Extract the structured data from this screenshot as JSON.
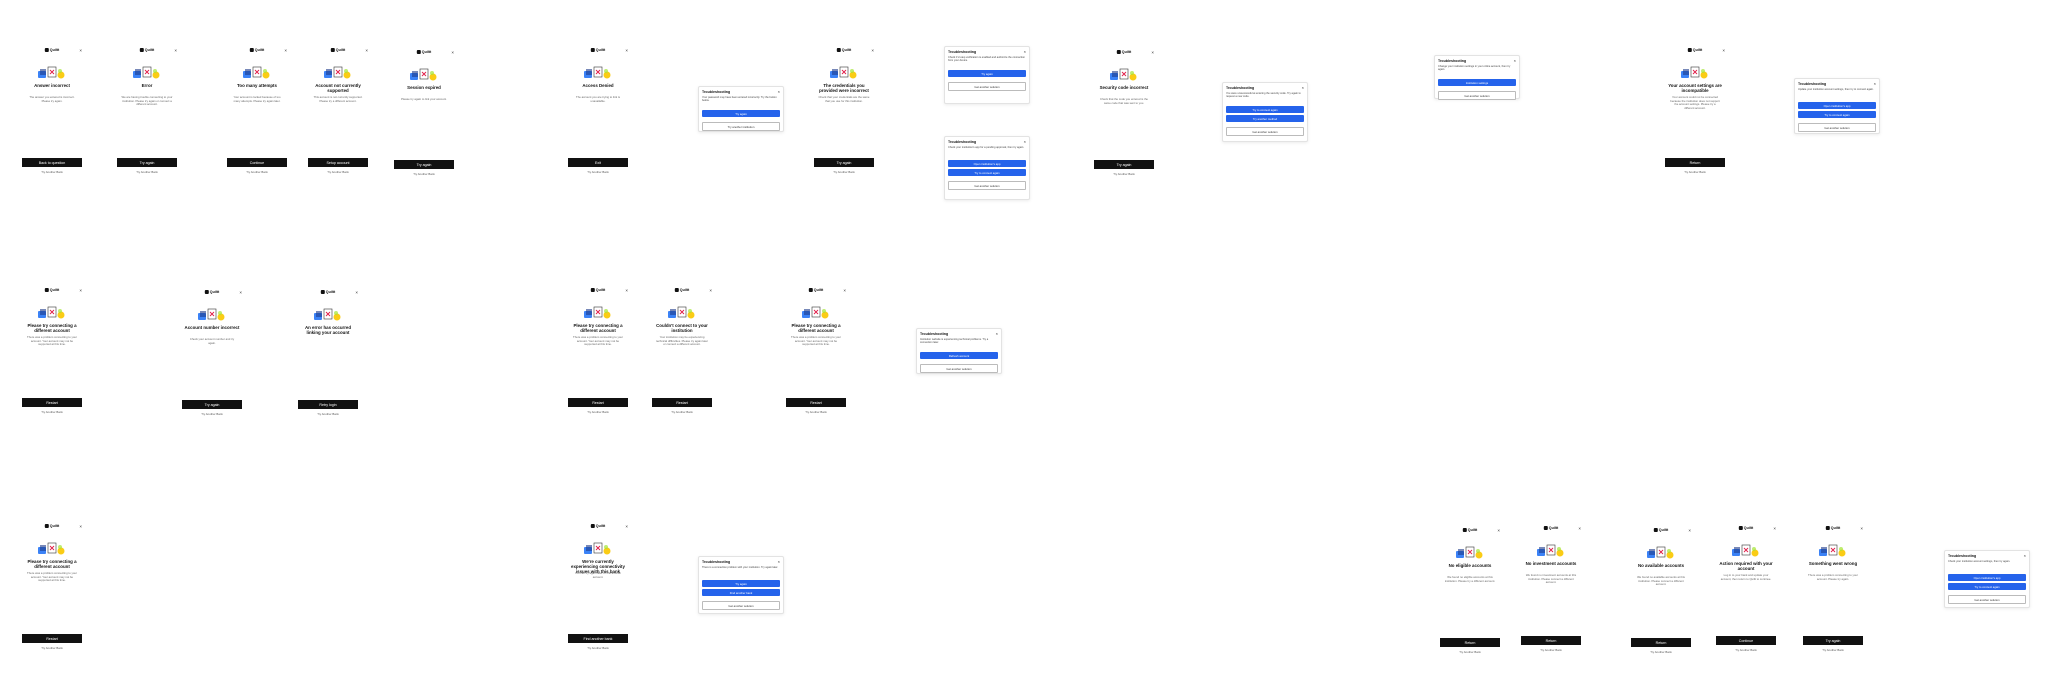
{
  "brand": {
    "name": "Quiltt",
    "close_glyph": "×",
    "accent": "#2563eb",
    "button_color": "#111111"
  },
  "secondary_label": "Try Another Bank",
  "screens": [
    {
      "title": "Answer incorrect",
      "body": "The answer you entered is incorrect. Please try again.",
      "button": "Back to question"
    },
    {
      "title": "Error",
      "body": "We are having trouble connecting to your institution. Please try again or connect a different account.",
      "button": "Try again"
    },
    {
      "title": "Too many attempts",
      "body": "Your account is locked because of too many attempts. Please try again later.",
      "button": "Continue"
    },
    {
      "title": "Account not currently supported",
      "body": "This account is not currently supported. Please try a different account.",
      "button": "Setup account"
    },
    {
      "title": "Session expired",
      "body": "Please try again to link your account.",
      "button": "Try again"
    },
    {
      "title": "Access Denied",
      "body": "The account you are trying to link is unavailable.",
      "button": "Exit"
    },
    {
      "title": "The credentials you provided were incorrect",
      "body": "Check that your credentials are the same that you use for this institution.",
      "button": "Try again"
    },
    {
      "title": "Security code incorrect",
      "body": "Check that the code you entered is the same code that was sent to you.",
      "button": "Try again"
    },
    {
      "title": "Your account settings are incompatible",
      "body": "Your account could not be connected because the institution does not support the account settings. Please try a different account.",
      "button": "Return"
    },
    {
      "title": "Please try connecting a different account",
      "body": "There was a problem connecting to your account. Your account may not be supported at this time.",
      "button": "Restart"
    },
    {
      "title": "Account number incorrect",
      "body": "Check your account number and try again.",
      "button": "Try again"
    },
    {
      "title": "An error has occurred linking your account",
      "body": "",
      "button": "Retry login"
    },
    {
      "title": "Please try connecting a different account",
      "body": "There was a problem connecting to your account. Your account may not be supported at this time.",
      "button": "Restart"
    },
    {
      "title": "Couldn't connect to your institution",
      "body": "Your institution may be experiencing technical difficulties. Please try again later or connect a different account.",
      "button": "Restart"
    },
    {
      "title": "Please try connecting a different account",
      "body": "There was a problem connecting to your account. Your account may not be supported at this time.",
      "button": "Restart"
    },
    {
      "title": "Please try connecting a different account",
      "body": "There was a problem connecting to your account. Your account may not be supported at this time.",
      "button": "Restart"
    },
    {
      "title": "We're currently experiencing connectivity issues with this bank",
      "body": "You can try again later or link another account.",
      "button": "Find another bank"
    },
    {
      "title": "No eligible accounts",
      "body": "We found no eligible accounts at this institution. Please try a different account.",
      "button": "Return"
    },
    {
      "title": "No investment accounts",
      "body": "We found no investment accounts at this institution. Please connect a different account.",
      "button": "Return"
    },
    {
      "title": "No available accounts",
      "body": "We found no available accounts at this institution. Please connect a different account.",
      "button": "Return"
    },
    {
      "title": "Action required with your account",
      "body": "Log in to your bank and update your account, then return to Quiltt to continue.",
      "button": "Continue"
    },
    {
      "title": "Something went wrong",
      "body": "There was a problem connecting to your account. Please try again.",
      "button": "Try again"
    }
  ],
  "popups": [
    {
      "title": "Troubleshooting",
      "text": "Your password may have been entered incorrectly. Try the button below.",
      "buttons": [
        "Try again"
      ],
      "secondary": "Try another institution"
    },
    {
      "title": "Troubleshooting",
      "text": "Check if 2-step verification is enabled and authorize the connection from your device.",
      "buttons": [
        "Try again"
      ],
      "secondary": "Get another solution"
    },
    {
      "title": "Troubleshooting",
      "text": "Check your institution's app for a pending approval, then try again.",
      "buttons": [
        "Open institution's app",
        "Try to connect again"
      ],
      "secondary": "Get another solution"
    },
    {
      "title": "Troubleshooting",
      "text": "You were unsuccessful at entering the security code. Try again to request a new code.",
      "buttons": [
        "Try to connect again",
        "Try another method"
      ],
      "secondary": "Get another solution"
    },
    {
      "title": "Troubleshooting",
      "text": "Change your institution settings in your online account, then try again.",
      "buttons": [
        "Institution settings"
      ],
      "secondary": "Get another solution"
    },
    {
      "title": "Troubleshooting",
      "text": "Update your institution account settings, then try to connect again.",
      "buttons": [
        "Open institution's app",
        "Try to connect again"
      ],
      "secondary": "Get another solution"
    },
    {
      "title": "Troubleshooting",
      "text": "Institution website is experiencing technical problems. Try a connection later.",
      "buttons": [
        "Refresh account"
      ],
      "secondary": "Get another solution"
    },
    {
      "title": "Troubleshooting",
      "text": "There is a connection problem with your institution. Try again later.",
      "buttons": [
        "Try again",
        "Find another bank"
      ],
      "secondary": "Get another solution"
    },
    {
      "title": "Troubleshooting",
      "text": "Check your institution account settings, then try again.",
      "buttons": [
        "Open institution's app",
        "Try to connect again"
      ],
      "secondary": "Get another solution"
    }
  ]
}
